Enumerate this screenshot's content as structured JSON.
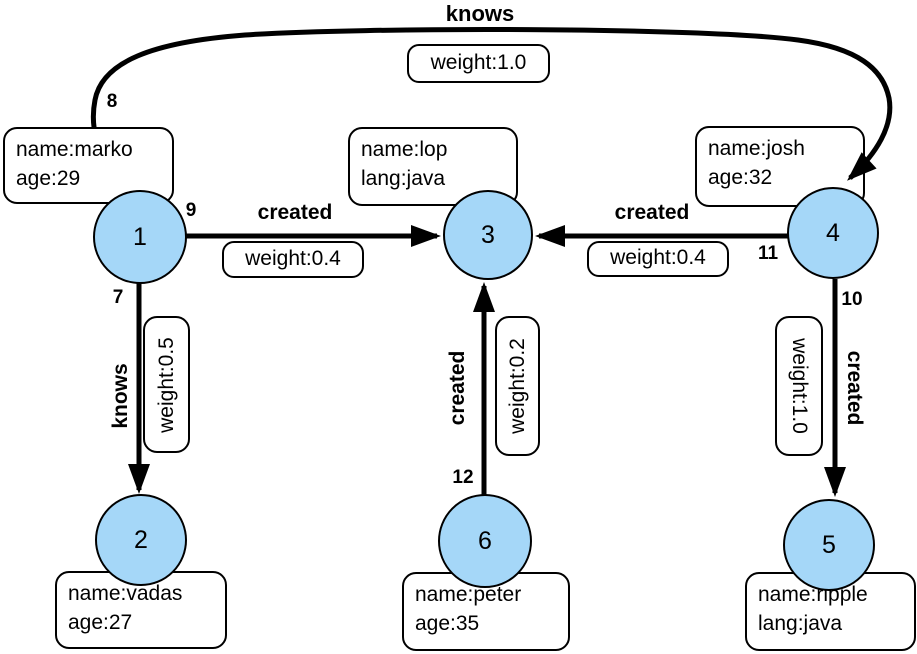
{
  "colors": {
    "background": "#ffffff",
    "node_fill": "#a5d7f8",
    "stroke": "#000000"
  },
  "nodes": [
    {
      "id": "1",
      "line1": "name:marko",
      "line2": "age:29"
    },
    {
      "id": "2",
      "line1": "name:vadas",
      "line2": "age:27"
    },
    {
      "id": "3",
      "line1": "name:lop",
      "line2": "lang:java"
    },
    {
      "id": "4",
      "line1": "name:josh",
      "line2": "age:32"
    },
    {
      "id": "5",
      "line1": "name:ripple",
      "line2": "lang:java"
    },
    {
      "id": "6",
      "line1": "name:peter",
      "line2": "age:35"
    }
  ],
  "edges": [
    {
      "id": "7",
      "label": "knows",
      "weight": "weight:0.5",
      "from": "1",
      "to": "2"
    },
    {
      "id": "8",
      "label": "knows",
      "weight": "weight:1.0",
      "from": "1",
      "to": "4"
    },
    {
      "id": "9",
      "label": "created",
      "weight": "weight:0.4",
      "from": "1",
      "to": "3"
    },
    {
      "id": "10",
      "label": "created",
      "weight": "weight:1.0",
      "from": "4",
      "to": "5"
    },
    {
      "id": "11",
      "label": "created",
      "weight": "weight:0.4",
      "from": "4",
      "to": "3"
    },
    {
      "id": "12",
      "label": "created",
      "weight": "weight:0.2",
      "from": "6",
      "to": "3"
    }
  ]
}
